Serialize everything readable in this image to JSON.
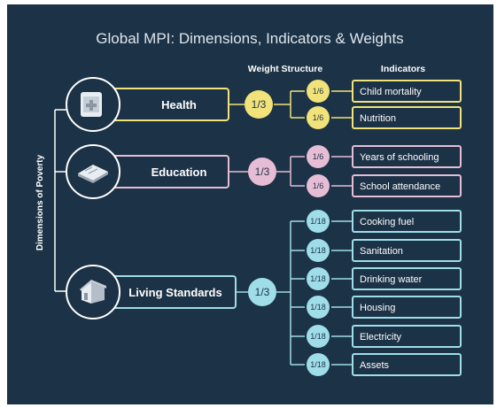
{
  "title": "Global MPI: Dimensions, Indicators & Weights",
  "headers": {
    "weight_structure": "Weight Structure",
    "indicators": "Indicators"
  },
  "side_label": "Dimensions of Poverty",
  "colors": {
    "background": "#1c3246",
    "health": "#f1e27a",
    "education": "#e6bdd5",
    "living": "#9fdde9",
    "line": "#ffffff"
  },
  "dimensions": [
    {
      "label": "Health",
      "weight": "1/3",
      "icon": "medical-kit-icon",
      "indicators": [
        {
          "label": "Child mortality",
          "weight": "1/6"
        },
        {
          "label": "Nutrition",
          "weight": "1/6"
        }
      ]
    },
    {
      "label": "Education",
      "weight": "1/3",
      "icon": "book-icon",
      "indicators": [
        {
          "label": "Years of schooling",
          "weight": "1/6"
        },
        {
          "label": "School attendance",
          "weight": "1/6"
        }
      ]
    },
    {
      "label": "Living Standards",
      "weight": "1/3",
      "icon": "house-icon",
      "indicators": [
        {
          "label": "Cooking fuel",
          "weight": "1/18"
        },
        {
          "label": "Sanitation",
          "weight": "1/18"
        },
        {
          "label": "Drinking water",
          "weight": "1/18"
        },
        {
          "label": "Housing",
          "weight": "1/18"
        },
        {
          "label": "Electricity",
          "weight": "1/18"
        },
        {
          "label": "Assets",
          "weight": "1/18"
        }
      ]
    }
  ]
}
